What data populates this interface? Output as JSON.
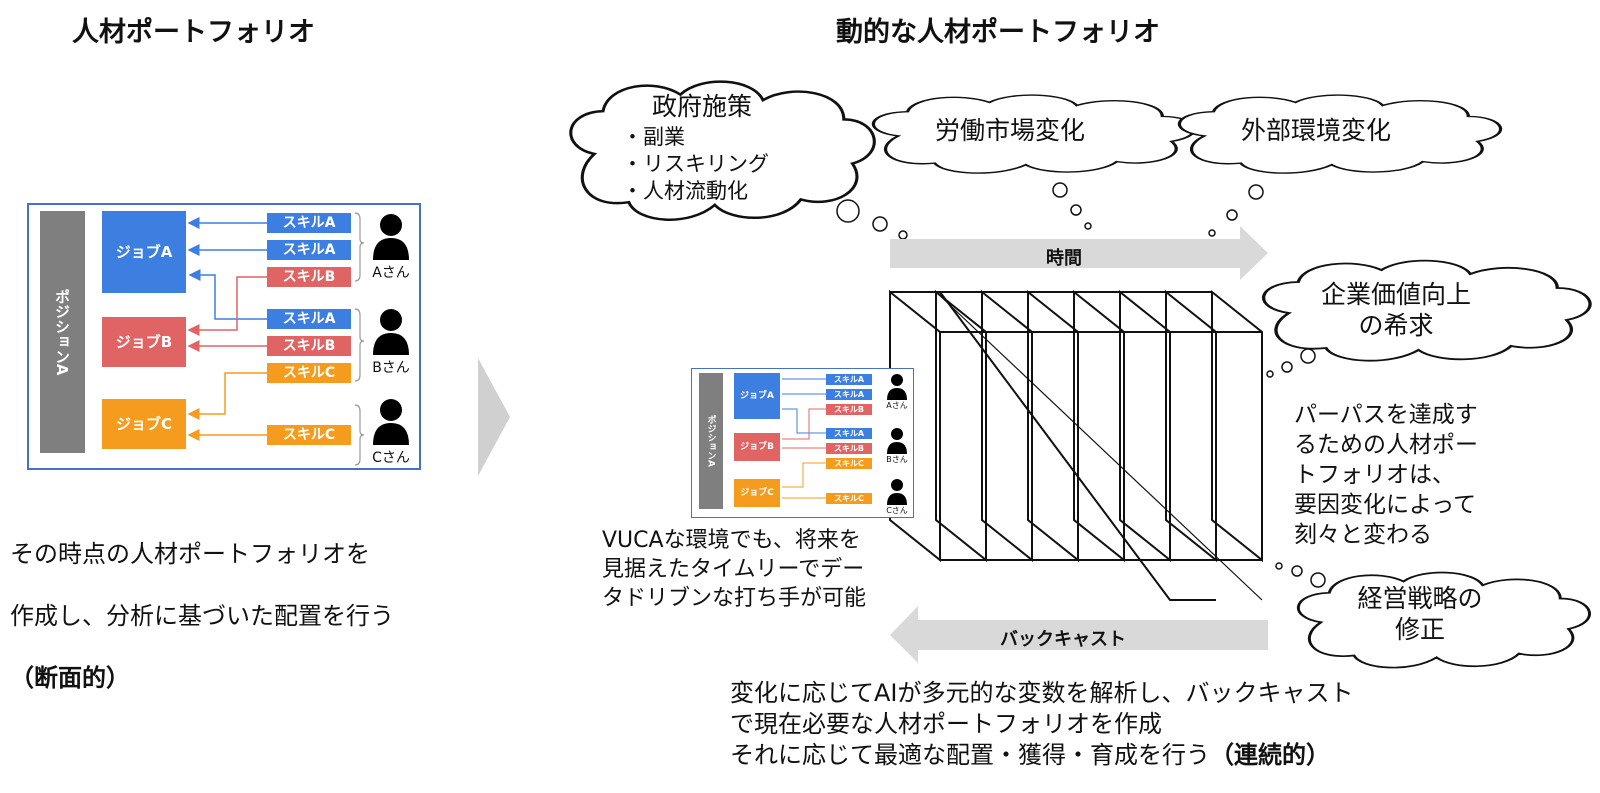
{
  "left": {
    "title": "人材ポートフォリオ",
    "description_line1": "その時点の人材ポートフォリオを",
    "description_line2": "作成し、分析に基づいた配置を行う",
    "description_tag": "（断面的）"
  },
  "right": {
    "title": "動的な人材ポートフォリオ",
    "time_label": "時間",
    "backcast_label": "バックキャスト",
    "vuca_text": "VUCAな環境でも、将来を\n見据えたタイムリーでデー\nタドリブンな打ち手が可能",
    "purpose_text": "パーパスを達成す\nるための人材ポー\nトフォリオは、\n要因変化によって\n刻々と変わる",
    "bottom_line1": "変化に応じてAIが多元的な変数を解析し、バックキャスト",
    "bottom_line2": "で現在必要な人材ポートフォリオを作成",
    "bottom_line3": "それに応じて最適な配置・獲得・育成を行う",
    "bottom_tag": "（連続的）"
  },
  "clouds": {
    "gov_title": "政府施策",
    "gov_items": [
      "・副業",
      "・リスキリング",
      "・人材流動化"
    ],
    "labor": "労働市場変化",
    "external": "外部環境変化",
    "value_line1": "企業価値向上",
    "value_line2": "の希求",
    "strategy_line1": "経営戦略の",
    "strategy_line2": "修正"
  },
  "matrix": {
    "position": "ポジションA",
    "jobs": [
      "ジョブA",
      "ジョブB",
      "ジョブC"
    ],
    "skills": [
      "スキルA",
      "スキルA",
      "スキルB",
      "スキルA",
      "スキルB",
      "スキルC",
      "スキルC"
    ],
    "persons": [
      "Aさん",
      "Bさん",
      "Cさん"
    ]
  },
  "colors": {
    "blue": "#3d7fe0",
    "red": "#e06464",
    "orange": "#f59c1e",
    "gray": "#7f7f7f",
    "frame": "#4472c4"
  }
}
